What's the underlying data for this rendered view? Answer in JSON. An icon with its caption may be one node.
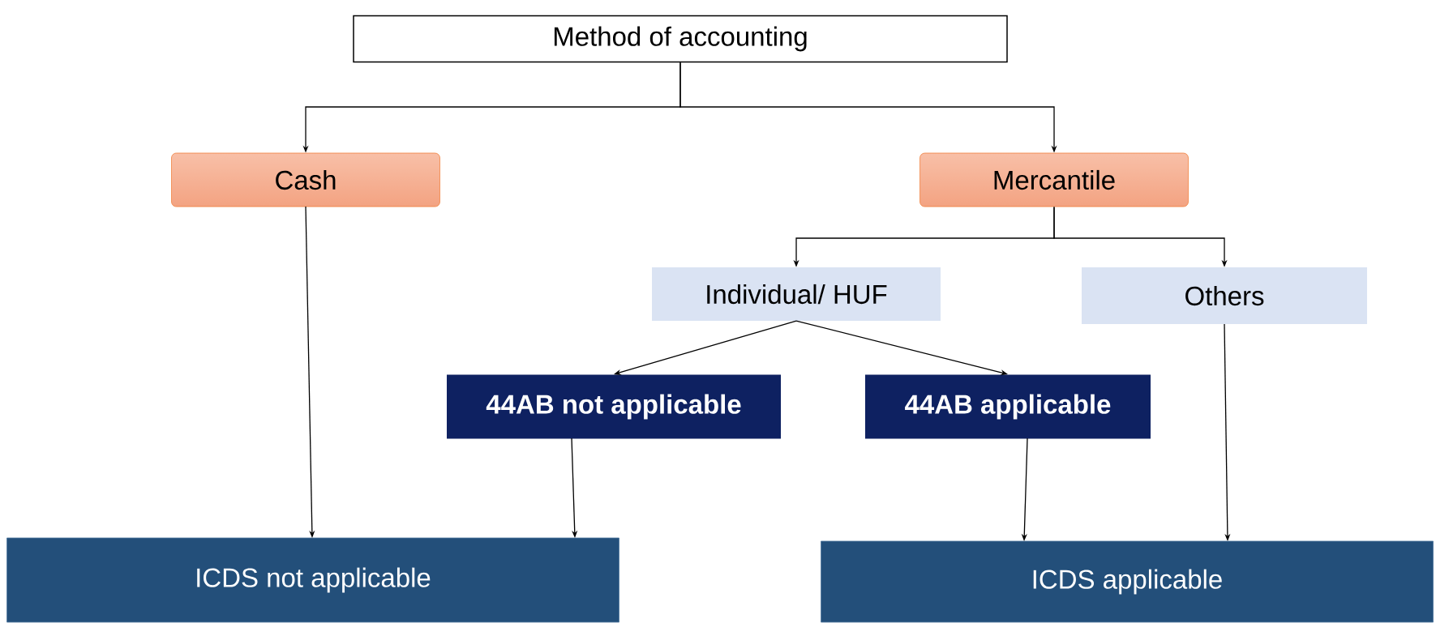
{
  "diagram": {
    "nodes": [
      {
        "text": [
          "Method of accounting"
        ]
      },
      {
        "text": [
          "Cash"
        ]
      },
      {
        "text": [
          "Mercantile"
        ]
      },
      {
        "text": [
          "Individual/ HUF"
        ]
      },
      {
        "text": [
          "Others"
        ]
      },
      {
        "text": [
          "44AB not applicable"
        ]
      },
      {
        "text": [
          "44AB applicable"
        ]
      },
      {
        "text": [
          "ICDS not applicable"
        ]
      },
      {
        "text": [
          "ICDS applicable"
        ]
      }
    ],
    "edges": [
      {
        "from": 0,
        "to": 1,
        "arrow": "to"
      },
      {
        "from": 0,
        "to": 2,
        "arrow": "to"
      },
      {
        "from": 1,
        "to": 7,
        "arrow": "to"
      },
      {
        "from": 2,
        "to": 3,
        "arrow": "to"
      },
      {
        "from": 2,
        "to": 4,
        "arrow": "to"
      },
      {
        "from": 3,
        "to": 5,
        "arrow": "to"
      },
      {
        "from": 3,
        "to": 6,
        "arrow": "to"
      },
      {
        "from": 5,
        "to": 7,
        "arrow": "to"
      },
      {
        "from": 6,
        "to": 8,
        "arrow": "to"
      },
      {
        "from": 4,
        "to": 8,
        "arrow": "to"
      }
    ]
  }
}
